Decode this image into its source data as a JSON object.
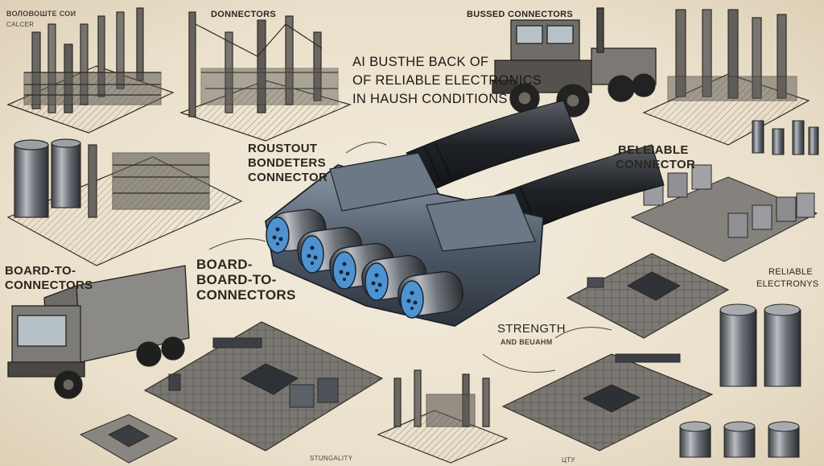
{
  "labels": {
    "top_left_tag": "ВОЛОВОШТЕ СОИ",
    "top_left_sub": "CALCER",
    "connectors_top": "DONNECTORS",
    "bussed_connectors": "BUSSED CONNECTORS",
    "headline_1": "AI BUSTHE BACK OF",
    "headline_2": "OF RELIABLE ELECTRONICS",
    "headline_3": "IN HAUSH CONDITIONS",
    "roustout_1": "ROUSTOUT",
    "roustout_2": "BONDETERS",
    "roustout_3": "CONNECTOR",
    "beleiable_1": "BELEIABLE",
    "beleiable_2": "CONNECTOR",
    "board_to_left": "BOARD-TO-",
    "board_connectors_left": "CONNECTORS",
    "board_mid_1": "BOARD-",
    "board_mid_2": "BOARD-TO-",
    "board_mid_3": "CONNECTORS",
    "reliable_1": "RELIABLE",
    "reliable_2": "ELECTRONYS",
    "strength_1": "STRENGTH",
    "strength_2": "AND BEUAHM",
    "stunegality": "STUNGALITY",
    "bottom_right_tag": "ЦТУ"
  },
  "colors": {
    "paper": "#efe7d6",
    "ink": "#2b2620",
    "steel": "#4d5a6b",
    "steel_light": "#8b97a5",
    "blue_face": "#4e93cf"
  }
}
